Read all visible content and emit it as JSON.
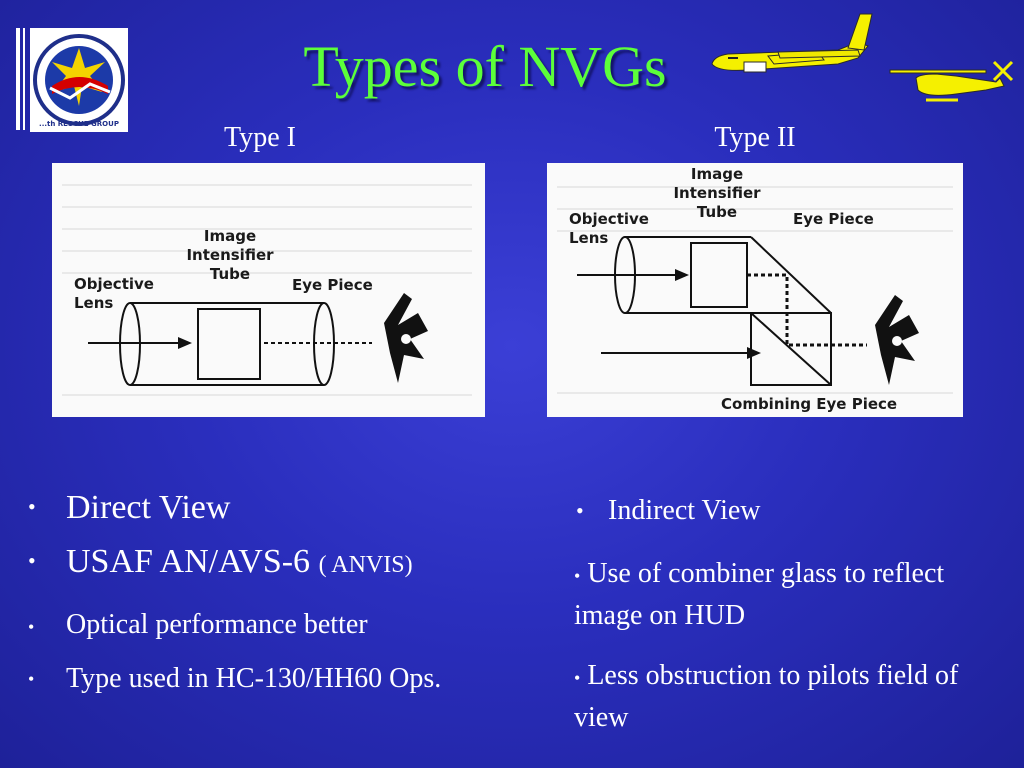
{
  "slide": {
    "title": "Types of NVGs",
    "logo_text": "...th RESCUE GROUP",
    "colors": {
      "background": "#2a2ebd",
      "title": "#5cff3a",
      "text": "#ffffff",
      "icon_yellow": "#f5f000"
    }
  },
  "type1": {
    "heading": "Type I",
    "diagram": {
      "objective_lens": "Objective\nLens",
      "tube": "Image\nIntensifier\nTube",
      "eye_piece": "Eye Piece"
    },
    "bullets": [
      {
        "text": "Direct View",
        "small": ""
      },
      {
        "text": "USAF AN/AVS-6",
        "small": "( ANVIS)"
      },
      {
        "text": "Optical performance better",
        "small": ""
      },
      {
        "text": "Type used in HC-130/HH60 Ops.",
        "small": ""
      }
    ]
  },
  "type2": {
    "heading": "Type II",
    "diagram": {
      "objective_lens": "Objective\nLens",
      "tube": "Image\nIntensifier\nTube",
      "eye_piece": "Eye Piece",
      "combining": "Combining Eye Piece"
    },
    "bullets": [
      {
        "text": "Indirect View"
      },
      {
        "text": "Use of combiner glass to reflect image on HUD"
      },
      {
        "text": "Less obstruction to pilots field of view"
      }
    ]
  },
  "icons": {
    "logo": "rescue-group-emblem-icon",
    "aircraft": "c130-aircraft-icon",
    "helicopter": "helicopter-icon",
    "eye": "eye-icon"
  }
}
